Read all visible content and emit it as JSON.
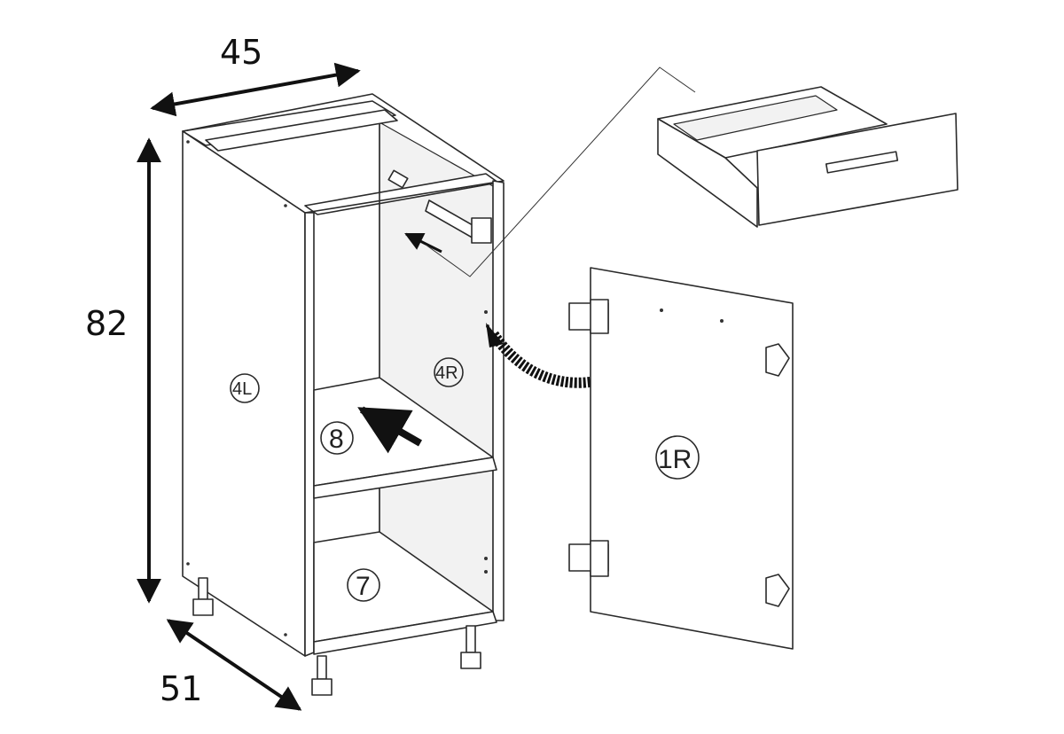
{
  "dimensions": {
    "width": "45",
    "height": "82",
    "depth": "51"
  },
  "parts": {
    "left_side": "4L",
    "right_side": "4R",
    "shelf": "8",
    "bottom": "7",
    "door": "1R"
  },
  "colors": {
    "line": "#2a2a2a",
    "background": "#ffffff"
  }
}
